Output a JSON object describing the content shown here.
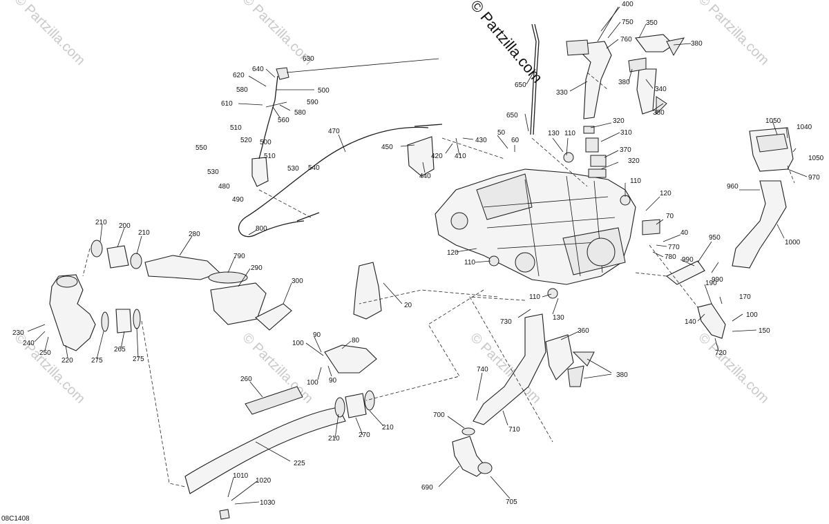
{
  "diagram_code": "08C1408",
  "copyright_watermark": "© Partzilla.com",
  "watermark_text": "© Partzilla.com",
  "callouts": [
    "400",
    "750",
    "760",
    "350",
    "380",
    "380",
    "340",
    "380",
    "330",
    "650",
    "650",
    "630",
    "640",
    "620",
    "500",
    "580",
    "590",
    "610",
    "560",
    "580",
    "470",
    "510",
    "520",
    "550",
    "500",
    "510",
    "530",
    "530",
    "540",
    "480",
    "490",
    "450",
    "410",
    "430",
    "420",
    "440",
    "50",
    "60",
    "130",
    "110",
    "320",
    "310",
    "370",
    "320",
    "1050",
    "1040",
    "1050",
    "970",
    "960",
    "1000",
    "110",
    "120",
    "70",
    "40",
    "770",
    "780",
    "990",
    "950",
    "990",
    "800",
    "210",
    "200",
    "210",
    "280",
    "790",
    "290",
    "300",
    "120",
    "110",
    "20",
    "110",
    "130",
    "730",
    "190",
    "170",
    "140",
    "100",
    "150",
    "720",
    "230",
    "240",
    "250",
    "220",
    "275",
    "265",
    "275",
    "90",
    "100",
    "80",
    "90",
    "100",
    "360",
    "380",
    "740",
    "700",
    "710",
    "690",
    "705",
    "260",
    "210",
    "270",
    "210",
    "225",
    "1010",
    "1020",
    "1030"
  ]
}
